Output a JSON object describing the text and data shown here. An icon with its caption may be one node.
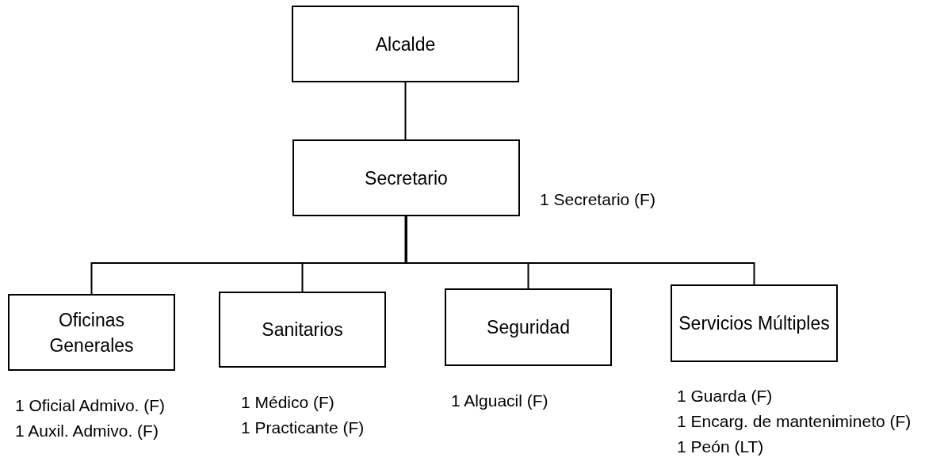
{
  "diagram": {
    "nodes": [
      {
        "text": [
          "Alcalde"
        ]
      },
      {
        "text": [
          "Secretario"
        ],
        "beside": [
          "1 Secretario (F)"
        ]
      },
      {
        "text": [
          "Oficinas Generales"
        ],
        "beside": [
          "1 Oficial Admivo. (F)",
          "1 Auxil. Admivo. (F)"
        ]
      },
      {
        "text": [
          "Sanitarios"
        ],
        "beside": [
          "1 Médico (F)",
          "1 Practicante (F)"
        ]
      },
      {
        "text": [
          "Seguridad"
        ],
        "beside": [
          "1 Alguacil (F)"
        ]
      },
      {
        "text": [
          "Servicios Múltiples"
        ],
        "beside": [
          "1 Guarda (F)",
          "1 Encarg. de mantenimineto (F)",
          "1 Peón (LT)"
        ]
      }
    ],
    "edges": [
      {
        "from": 0,
        "to": 1,
        "arrow": "none"
      },
      {
        "from": 1,
        "to": 2,
        "arrow": "none"
      },
      {
        "from": 1,
        "to": 3,
        "arrow": "none"
      },
      {
        "from": 1,
        "to": 4,
        "arrow": "none"
      },
      {
        "from": 1,
        "to": 5,
        "arrow": "none"
      }
    ]
  }
}
